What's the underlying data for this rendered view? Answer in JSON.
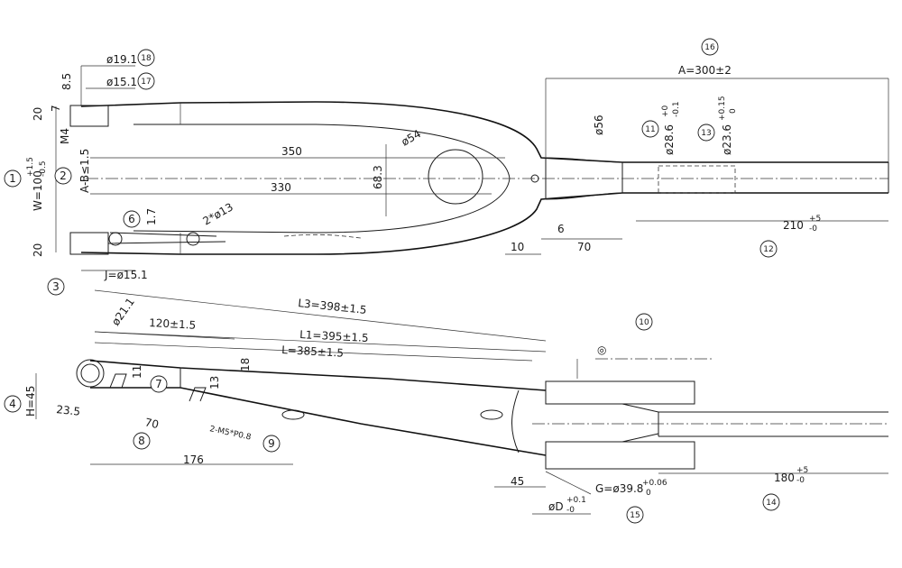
{
  "dims": {
    "d1": "ø19.1",
    "d2": "ø15.1",
    "d3": "8.5",
    "d4": "7",
    "d5": "20",
    "d6": "M4",
    "d7": "W=100",
    "d7_tol_up": "+1.5",
    "d7_tol_lo": "-0.5",
    "d8": "A-B≤1.5",
    "d9": "350",
    "d10": "330",
    "d11": "ø54",
    "d12": "68.3",
    "d13": "2*ø13",
    "d14": "1.7",
    "d15": "20",
    "d16": "J=ø15.1",
    "d17": "A=300±2",
    "d18": "ø56",
    "d19": "ø28.6",
    "d19_tol_up": "+0",
    "d19_tol_lo": "-0.1",
    "d20": "ø23.6",
    "d20_tol_up": "+0.15",
    "d20_tol_lo": "0",
    "d21": "6",
    "d22": "10",
    "d23": "70",
    "d24": "210",
    "d24_tol_up": "+5",
    "d24_tol_lo": "-0",
    "d25": "L3=398±1.5",
    "d26": "ø21.1",
    "d27": "120±1.5",
    "d28": "L1=395±1.5",
    "d29": "L=385±1.5",
    "d30": "18",
    "d31": "11",
    "d32": "13",
    "d33": "H=45",
    "d34": "23.5",
    "d35": "70",
    "d36": "2-M5*P0.8",
    "d37": "176",
    "d38": "45",
    "d39": "øD",
    "d39_tol_up": "+0.1",
    "d39_tol_lo": "-0",
    "d40": "G=ø39.8",
    "d40_tol_up": "+0.06",
    "d40_tol_lo": "0",
    "d41": "180",
    "d41_tol_up": "+5",
    "d41_tol_lo": "-0"
  },
  "balloons": [
    "1",
    "2",
    "3",
    "4",
    "6",
    "7",
    "8",
    "9",
    "10",
    "11",
    "12",
    "13",
    "14",
    "15",
    "16",
    "17",
    "18"
  ],
  "symbols": {
    "concentricity": "◎"
  }
}
